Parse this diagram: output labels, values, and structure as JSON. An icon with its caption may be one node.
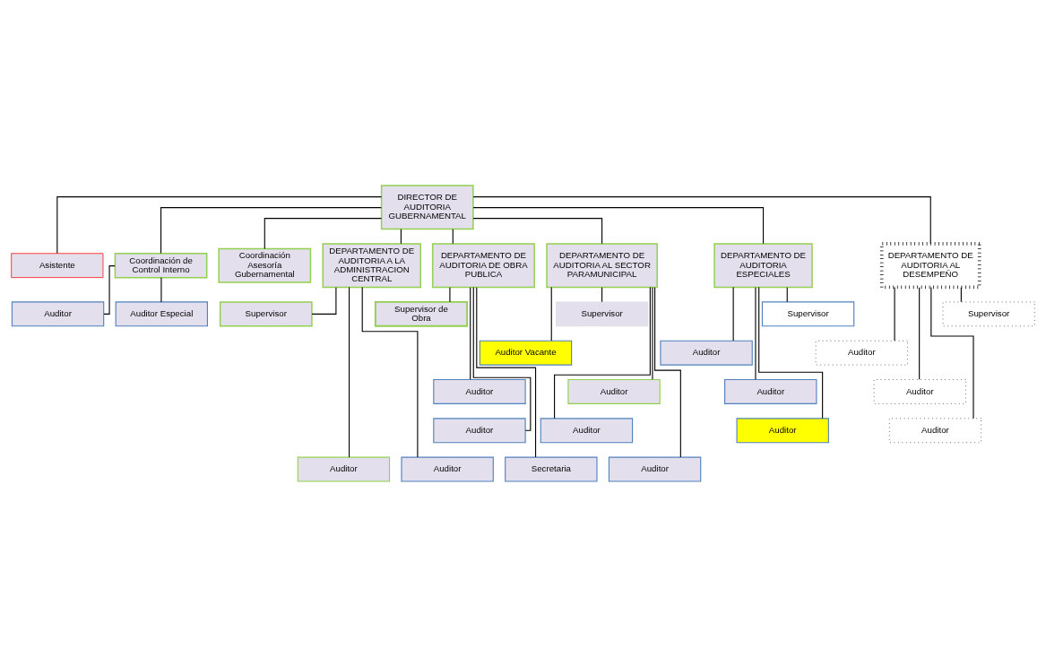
{
  "diagram": {
    "nodes": [
      {
        "text": [
          "DIRECTOR DE AUDITORIA GUBERNAMENTAL"
        ]
      },
      {
        "text": [
          "Asistente"
        ]
      },
      {
        "text": [
          "Coordinación de Control Interno"
        ]
      },
      {
        "text": [
          "Coordinación Asesoría Gubernamental"
        ]
      },
      {
        "text": [
          "Auditor"
        ]
      },
      {
        "text": [
          "Auditor Especial"
        ]
      },
      {
        "text": [
          "DEPARTAMENTO DE AUDITORIA A LA ADMINISTRACION CENTRAL"
        ]
      },
      {
        "text": [
          "DEPARTAMENTO DE AUDITORIA DE OBRA PUBLICA"
        ]
      },
      {
        "text": [
          "DEPARTAMENTO DE AUDITORIA AL SECTOR PARAMUNICIPAL"
        ]
      },
      {
        "text": [
          "DEPARTAMENTO DE AUDITORIA ESPECIALES"
        ]
      },
      {
        "text": [
          "DEPARTAMENTO DE AUDITORIA AL DESEMPEÑO"
        ]
      },
      {
        "text": [
          "Supervisor"
        ]
      },
      {
        "text": [
          "Auditor"
        ]
      },
      {
        "text": [
          "Auditor"
        ]
      },
      {
        "text": [
          "Supervisor de Obra"
        ]
      },
      {
        "text": [
          "Secretaria"
        ]
      },
      {
        "text": [
          "Auditor"
        ]
      },
      {
        "text": [
          "Auditor"
        ]
      },
      {
        "text": [
          "Supervisor"
        ]
      },
      {
        "text": [
          "Auditor Vacante"
        ]
      },
      {
        "text": [
          "Auditor"
        ]
      },
      {
        "text": [
          "Auditor"
        ]
      },
      {
        "text": [
          "Auditor"
        ]
      },
      {
        "text": [
          "Supervisor"
        ]
      },
      {
        "text": [
          "Auditor"
        ]
      },
      {
        "text": [
          "Auditor"
        ]
      },
      {
        "text": [
          "Auditor"
        ]
      },
      {
        "text": [
          "Supervisor"
        ]
      },
      {
        "text": [
          "Auditor"
        ]
      },
      {
        "text": [
          "Auditor"
        ]
      },
      {
        "text": [
          "Auditor"
        ]
      }
    ],
    "edges": [
      {
        "from": 0,
        "to": 1,
        "arrow": "none"
      },
      {
        "from": 0,
        "to": 2,
        "arrow": "none"
      },
      {
        "from": 0,
        "to": 3,
        "arrow": "none"
      },
      {
        "from": 2,
        "to": 4,
        "arrow": "none"
      },
      {
        "from": 2,
        "to": 5,
        "arrow": "none"
      },
      {
        "from": 0,
        "to": 6,
        "arrow": "none"
      },
      {
        "from": 0,
        "to": 7,
        "arrow": "none"
      },
      {
        "from": 0,
        "to": 8,
        "arrow": "none"
      },
      {
        "from": 0,
        "to": 9,
        "arrow": "none"
      },
      {
        "from": 0,
        "to": 10,
        "arrow": "none"
      },
      {
        "from": 6,
        "to": 11,
        "arrow": "none"
      },
      {
        "from": 6,
        "to": 12,
        "arrow": "none"
      },
      {
        "from": 6,
        "to": 13,
        "arrow": "none"
      },
      {
        "from": 7,
        "to": 14,
        "arrow": "none"
      },
      {
        "from": 7,
        "to": 15,
        "arrow": "none"
      },
      {
        "from": 7,
        "to": 16,
        "arrow": "none"
      },
      {
        "from": 7,
        "to": 17,
        "arrow": "none"
      },
      {
        "from": 8,
        "to": 18,
        "arrow": "none"
      },
      {
        "from": 8,
        "to": 19,
        "arrow": "none"
      },
      {
        "from": 8,
        "to": 20,
        "arrow": "none"
      },
      {
        "from": 8,
        "to": 21,
        "arrow": "none"
      },
      {
        "from": 8,
        "to": 22,
        "arrow": "none"
      },
      {
        "from": 9,
        "to": 23,
        "arrow": "none"
      },
      {
        "from": 9,
        "to": 24,
        "arrow": "none"
      },
      {
        "from": 9,
        "to": 25,
        "arrow": "none"
      },
      {
        "from": 9,
        "to": 26,
        "arrow": "none"
      },
      {
        "from": 10,
        "to": 27,
        "arrow": "none"
      },
      {
        "from": 10,
        "to": 28,
        "arrow": "none"
      },
      {
        "from": 10,
        "to": 29,
        "arrow": "none"
      },
      {
        "from": 10,
        "to": 30,
        "arrow": "none"
      }
    ]
  }
}
